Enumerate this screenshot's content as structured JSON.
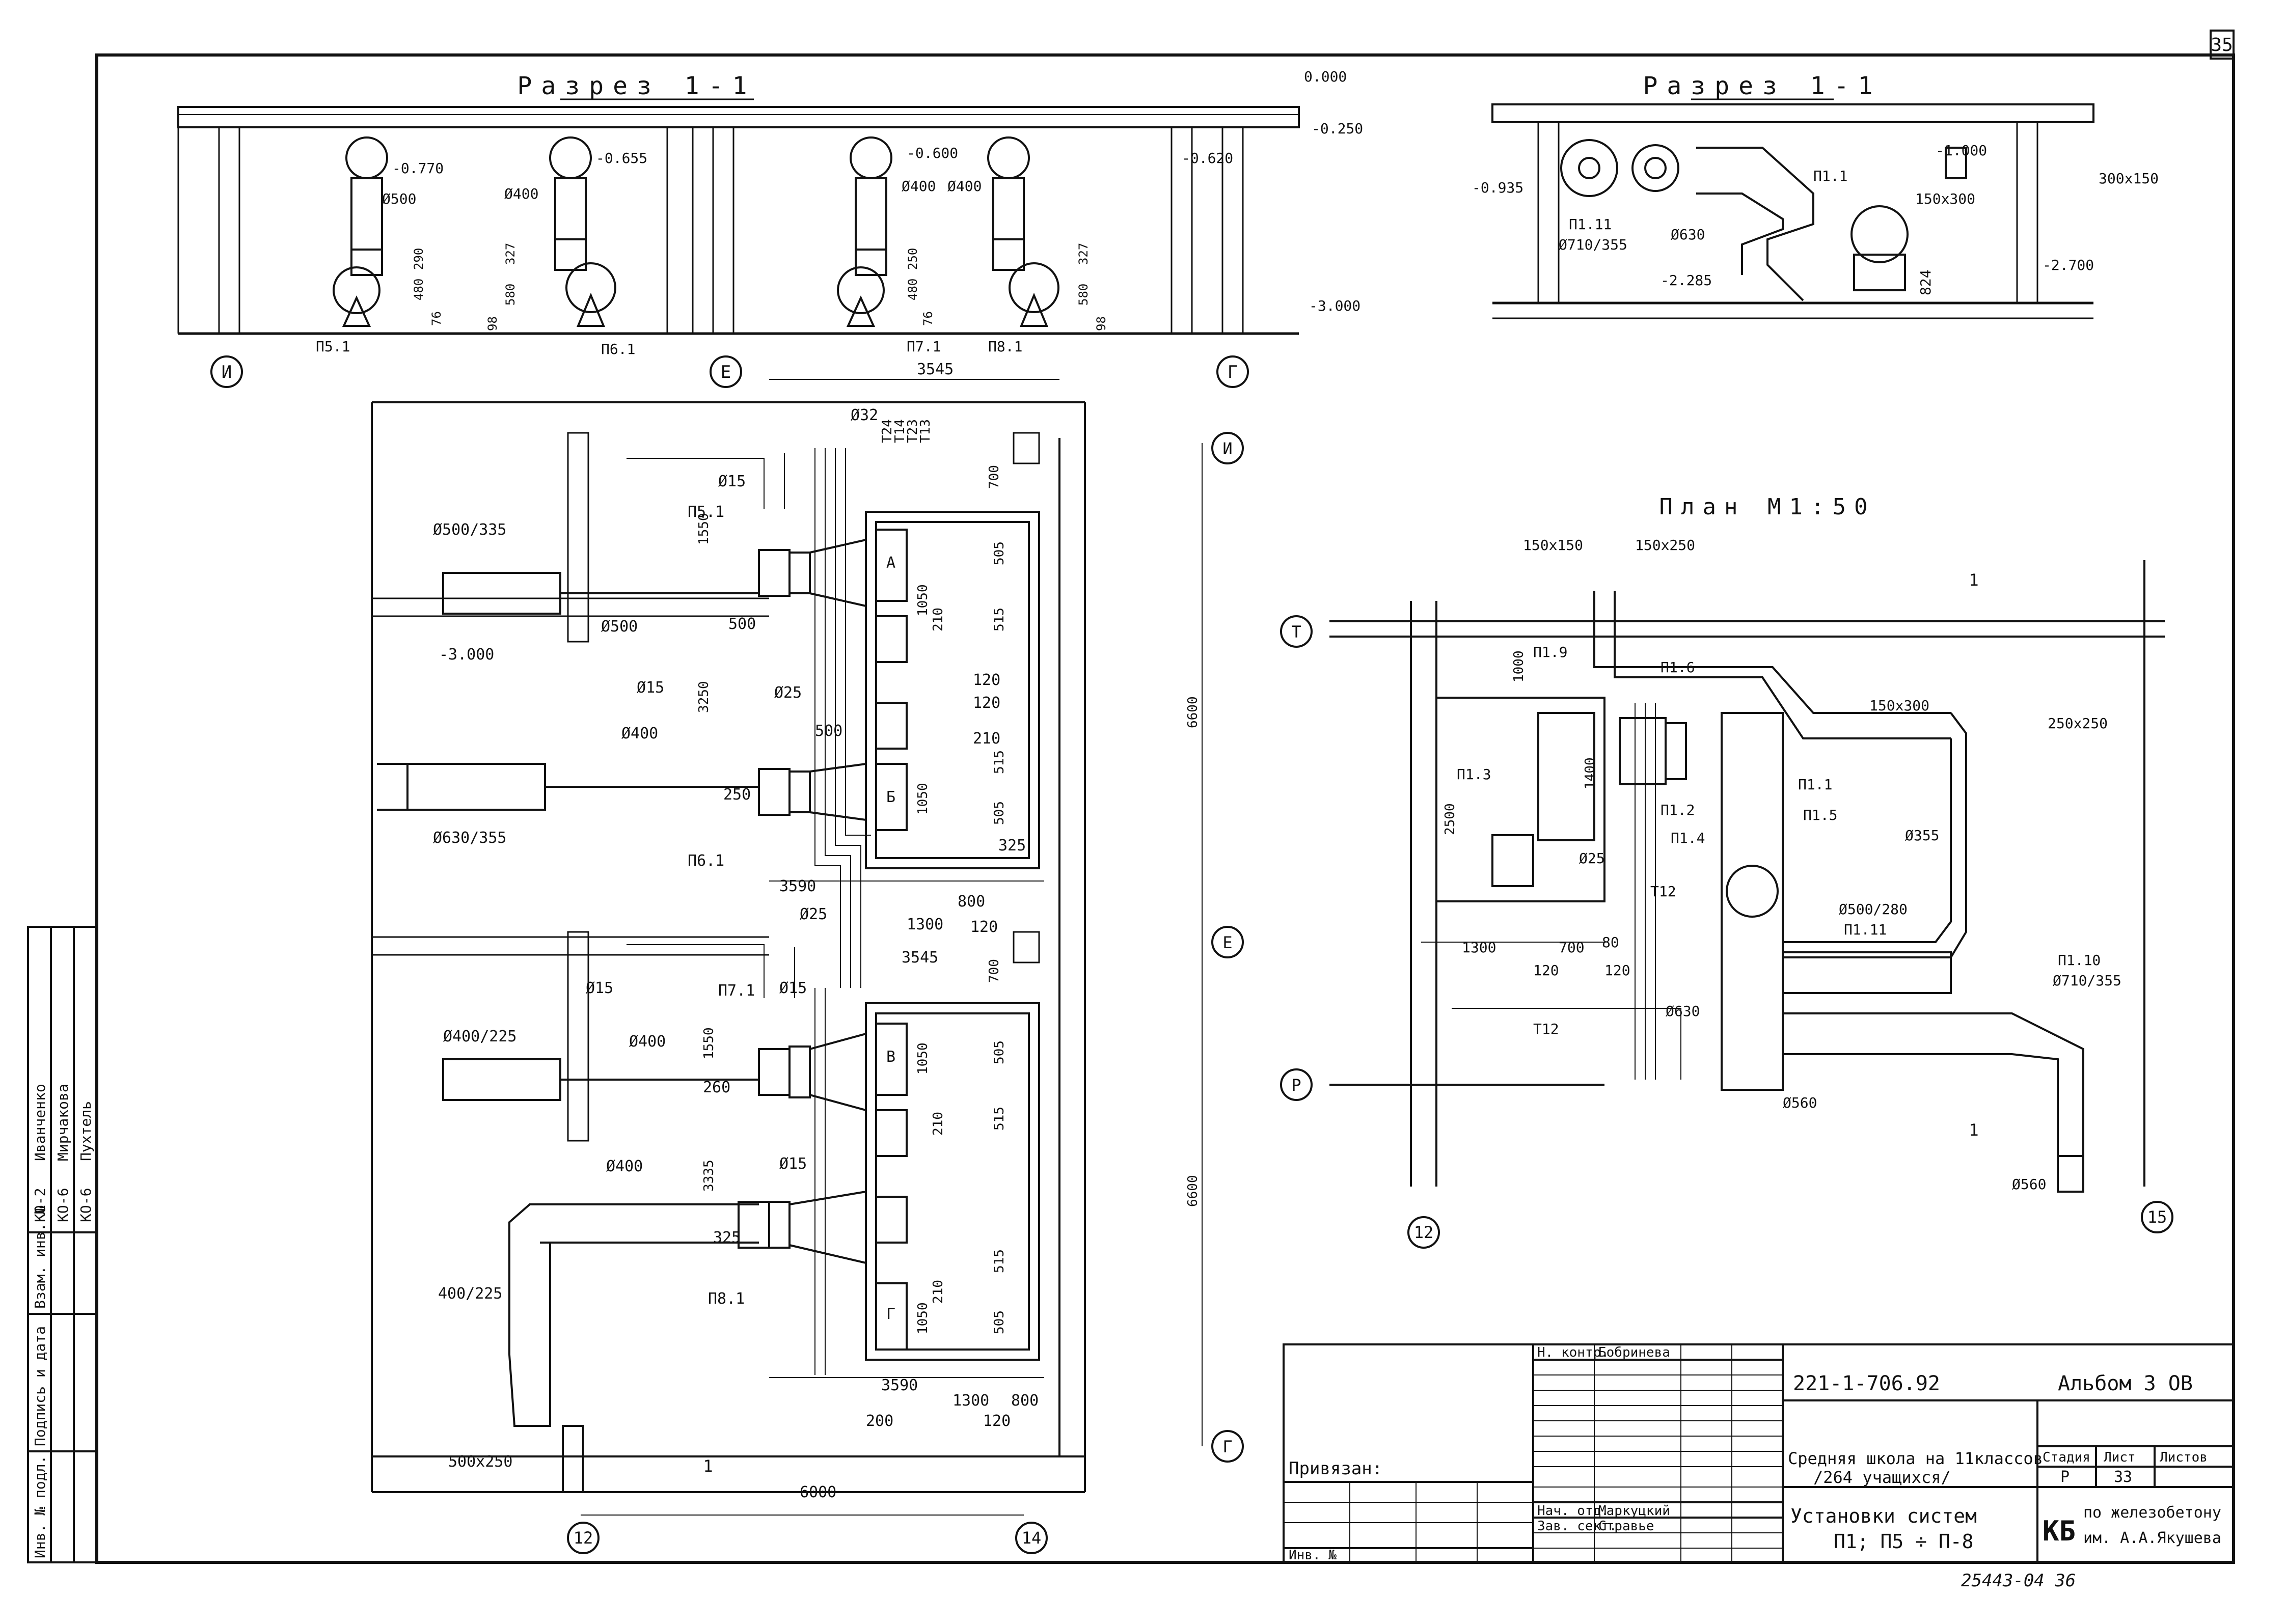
{
  "sheet_number": "35",
  "section_left": {
    "title": "Разрез 1-1",
    "elevations": [
      "0.000",
      "-0.250",
      "-0.770",
      "-0.655",
      "-0.600",
      "-0.620",
      "-3.000"
    ],
    "fans": [
      "П5.1",
      "П6.1",
      "П7.1",
      "П8.1"
    ],
    "diameters": [
      "Ø500",
      "Ø400",
      "Ø400",
      "Ø400"
    ],
    "dims": [
      "480",
      "290",
      "76",
      "580",
      "327",
      "98",
      "480",
      "250",
      "76",
      "580",
      "327",
      "98"
    ],
    "axes": [
      "И",
      "Е",
      "Г"
    ]
  },
  "section_right": {
    "title": "Разрез 1-1",
    "elevations": [
      "-0.935",
      "-1.000",
      "-2.285",
      "-2.700"
    ],
    "labels": [
      "П1.11",
      "Ø710/355",
      "Ø630",
      "П1.1",
      "150x300",
      "300x150",
      "824"
    ]
  },
  "left_plan": {
    "top_dims": [
      "3545",
      "Ø32"
    ],
    "risers": [
      "Т24",
      "Т14",
      "Т23",
      "Т13"
    ],
    "duct_labels": [
      "Ø500/335",
      "Ø630/355",
      "Ø400/225",
      "400/225",
      "500x250",
      "Ø500",
      "Ø400",
      "Ø400",
      "Ø400"
    ],
    "pipes": [
      "Ø15",
      "Ø15",
      "Ø15",
      "Ø15",
      "Ø25",
      "Ø25",
      "Ø15"
    ],
    "fans": [
      "П5.1",
      "П6.1",
      "П7.1",
      "П8.1"
    ],
    "units": [
      "А",
      "Б",
      "В",
      "Г"
    ],
    "elevation_mark": "-3.000",
    "dims_vertical": [
      "1550",
      "3250",
      "1550",
      "3335",
      "6600",
      "6600",
      "700",
      "700"
    ],
    "dims_misc": [
      "500",
      "500",
      "1050",
      "1050",
      "1050",
      "1050",
      "505",
      "505",
      "505",
      "505",
      "515",
      "515",
      "515",
      "515",
      "210",
      "210",
      "210",
      "210",
      "120",
      "120",
      "250",
      "325",
      "325",
      "260",
      "3590",
      "3590",
      "1300",
      "1300",
      "800",
      "800",
      "120",
      "120",
      "200",
      "3545"
    ],
    "bottom_dims": [
      "6000"
    ],
    "axes": [
      "И",
      "Е",
      "Г",
      "12",
      "14"
    ],
    "section_mark": "1"
  },
  "right_plan": {
    "title": "План М1:50",
    "labels": [
      "150x150",
      "150x250",
      "150x300",
      "250x250",
      "Ø355",
      "Ø500/280",
      "П1.11",
      "П1.10",
      "Ø710/355",
      "Ø630",
      "Ø560",
      "Ø560",
      "Ø25",
      "П1.9",
      "П1.6",
      "П1.3",
      "П1.2",
      "П1.4",
      "П1.5",
      "П1.1",
      "Т12",
      "Т12"
    ],
    "dims": [
      "1000",
      "2500",
      "1400",
      "1300",
      "700",
      "80",
      "120",
      "120"
    ],
    "axes": [
      "Т",
      "Р",
      "12",
      "15"
    ],
    "section_marks": [
      "1",
      "1"
    ]
  },
  "stamp": {
    "code": "221-1-706.92",
    "album": "Альбом 3 ОВ",
    "project_line1": "Средняя школа на 11классов",
    "project_line2": "/264 учащихся/",
    "stage_header": "Стадия",
    "sheet_header": "Лист",
    "sheets_header": "Листов",
    "stage": "Р",
    "sheet": "33",
    "drawing_title1": "Установки систем",
    "drawing_title2": "П1; П5 ÷ П-8",
    "org_line1": "по железобетону",
    "org_line2": "им. А.А.Якушева",
    "org_logo": "КБ",
    "roles": [
      "Н. контр.",
      "Нач. отд.",
      "Зав. сект."
    ],
    "names": [
      "Бобринева",
      "Маркуцкий",
      "Стравье"
    ],
    "bound": "Привязан:",
    "inv_no": "Инв. №"
  },
  "side_stamp": {
    "columns": [
      "Инв. № подл.",
      "Подпись и дата",
      "Взам. инв. №"
    ],
    "codes": [
      "КО-2",
      "КО-6",
      "КО-6"
    ],
    "names": [
      "Иванченко",
      "Мирчакова",
      "Пухтель"
    ]
  },
  "footer_number": "25443-04 36"
}
